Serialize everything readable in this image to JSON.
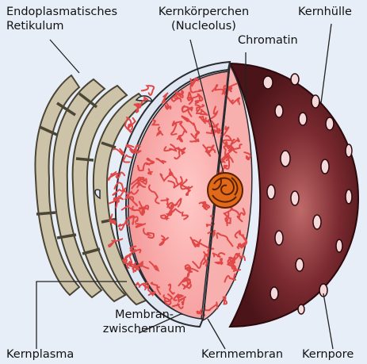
{
  "labels": {
    "endoplasmic_reticulum": "Endoplasmatisches\nRetikulum",
    "nucleolus": "Kernkörperchen\n(Nucleolus)",
    "nuclear_envelope": "Kernhülle",
    "chromatin": "Chromatin",
    "intermembrane_space": "Membran-\nzwischenraum",
    "nucleoplasm": "Kernplasma",
    "nuclear_membrane": "Kernmembran",
    "nuclear_pore": "Kernpore"
  },
  "colors": {
    "background": "#e8eef7",
    "er_fill": "#cdc3a8",
    "er_stroke": "#4a4535",
    "nucleoplasm": "#f6a6a6",
    "chromatin_strand": "#e05050",
    "nucleolus": "#e06a1a",
    "envelope_dark": "#5a1a1e",
    "envelope_light": "#b05a5c",
    "membrane": "#dfe7f2"
  }
}
